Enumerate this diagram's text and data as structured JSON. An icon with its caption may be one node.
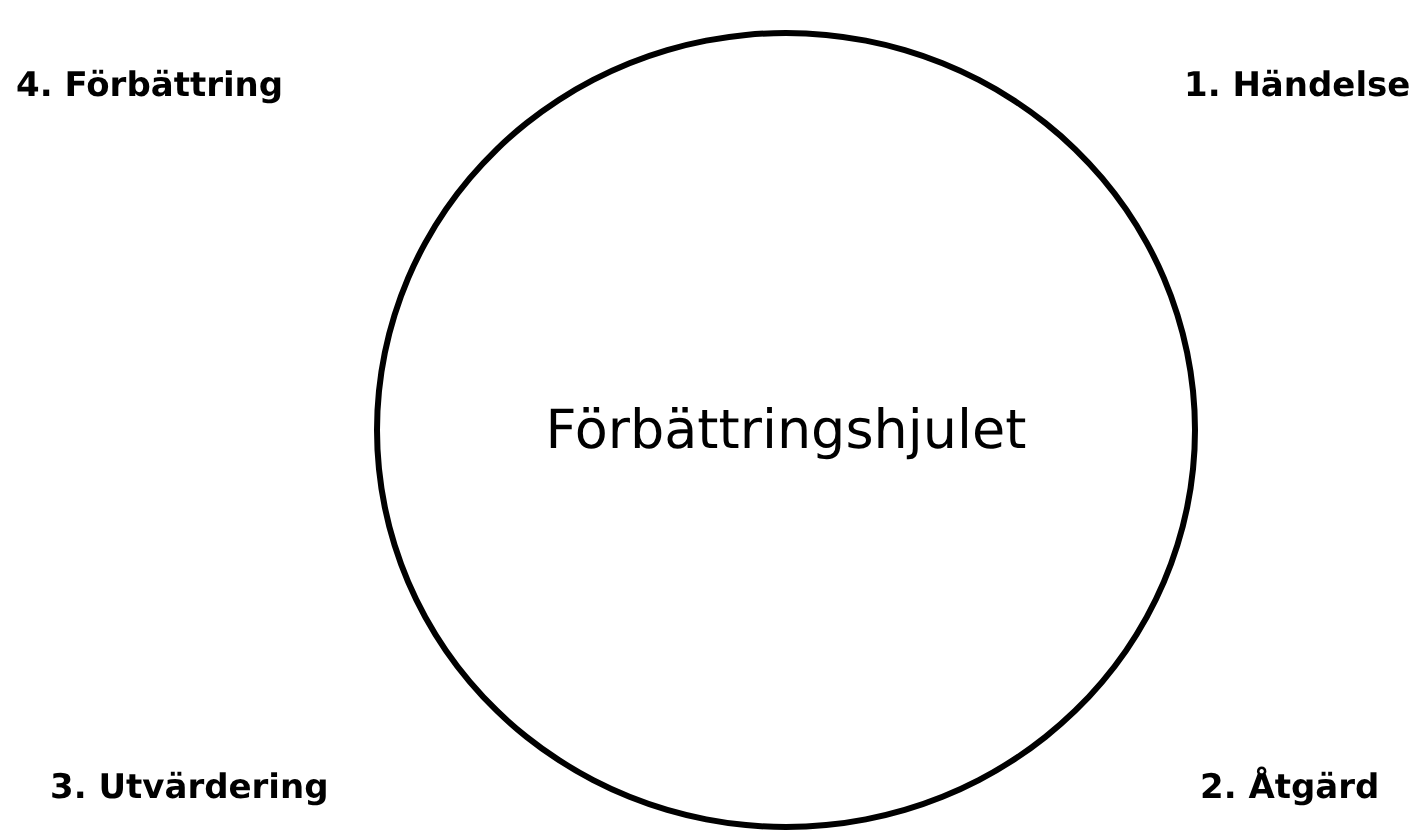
{
  "diagram": {
    "nodes": [
      {
        "text": [
          "Förbättringshjulet"
        ]
      }
    ],
    "labels": [
      "4. Förbättring",
      "1. Händelse",
      "3. Utvärdering",
      "2. Åtgärd"
    ]
  }
}
